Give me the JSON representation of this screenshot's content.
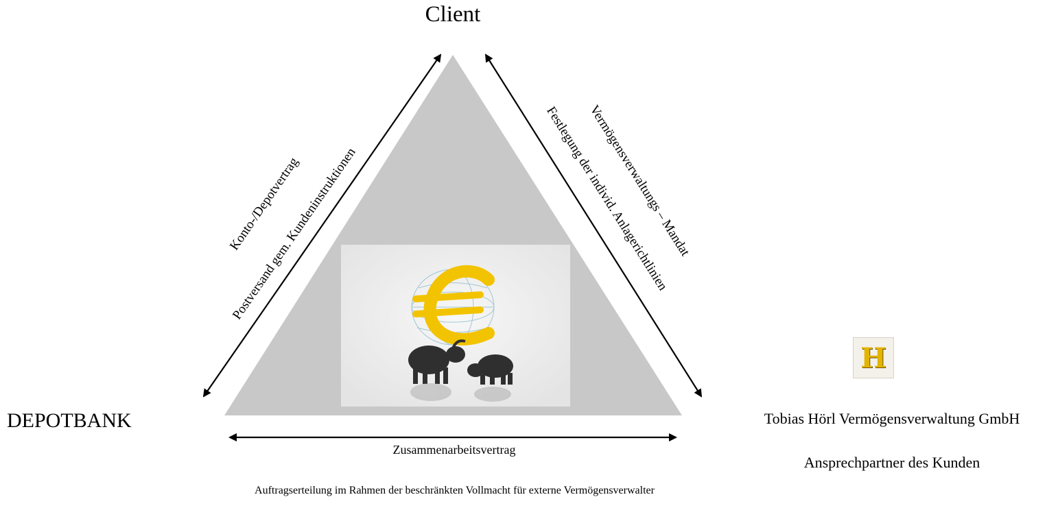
{
  "client_label": "Client",
  "depotbank_label": "DEPOTBANK",
  "manager": {
    "company": "Tobias Hörl Vermögensverwaltung GmbH",
    "contact": "Ansprechpartner des Kunden",
    "logo_letter": "H"
  },
  "left_side": {
    "line1": "Konto-/Depotvertrag",
    "line2": "Postversand gem. Kundeninstruktionen"
  },
  "right_side": {
    "line1": "Vermögensverwaltungs – Mandat",
    "line2": "Festlegung der individ. Anlagerichtlinien"
  },
  "bottom_side": {
    "label": "Zusammenarbeitsvertrag",
    "description": "Auftragserteilung im Rahmen der beschränkten Vollmacht für externe Vermögensverwalter"
  },
  "colors": {
    "triangle_fill": "#c8c8c8",
    "image_panel": "#efefef",
    "euro_gold": "#f2c300",
    "bull_bear": "#2f2f2f"
  },
  "icons": [
    "euro-globe-icon",
    "bull-icon",
    "bear-icon",
    "h-logo-icon"
  ]
}
